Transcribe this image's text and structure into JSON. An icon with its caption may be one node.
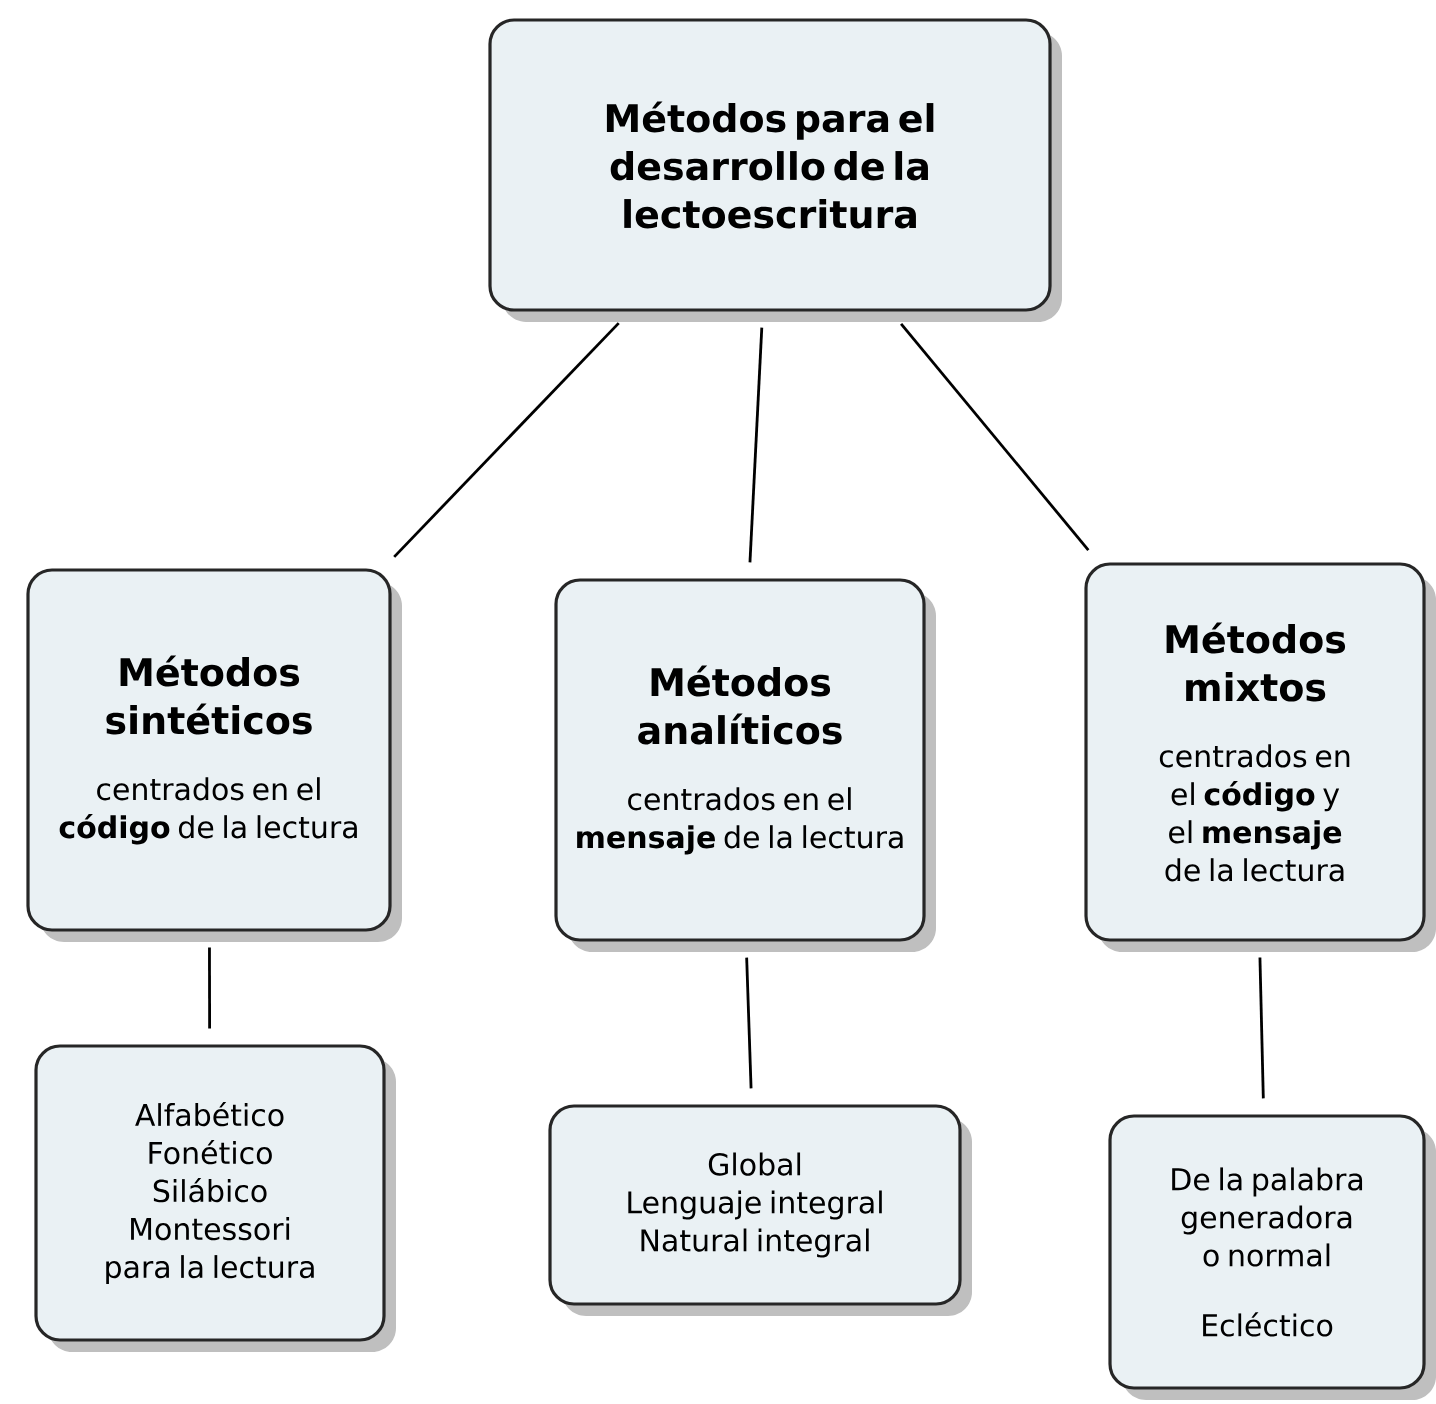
{
  "diagram": {
    "nodes": [
      {
        "text": [
          "Métodos para el desarrollo de la lectoescritura"
        ]
      },
      {
        "text": [
          "Métodos sintéticos",
          "centrados en el **código** de la lectura"
        ]
      },
      {
        "text": [
          "Métodos analíticos",
          "centrados en el **mensaje** de la lectura"
        ]
      },
      {
        "text": [
          "Métodos mixtos",
          "centrados en el **código** y el **mensaje** de la lectura"
        ]
      },
      {
        "text": [
          "Alfabético",
          "Fonético",
          "Silábico",
          "Montessori para la lectura"
        ]
      },
      {
        "text": [
          "Global",
          "Lenguaje integral",
          "Natural integral"
        ]
      },
      {
        "text": [
          "De la palabra generadora o normal",
          "Ecléctico"
        ]
      }
    ],
    "edges": [
      {
        "from": 0,
        "to": 1,
        "arrow": "none"
      },
      {
        "from": 0,
        "to": 2,
        "arrow": "none"
      },
      {
        "from": 0,
        "to": 3,
        "arrow": "none"
      },
      {
        "from": 1,
        "to": 4,
        "arrow": "none"
      },
      {
        "from": 2,
        "to": 5,
        "arrow": "none"
      },
      {
        "from": 3,
        "to": 6,
        "arrow": "none"
      }
    ]
  }
}
